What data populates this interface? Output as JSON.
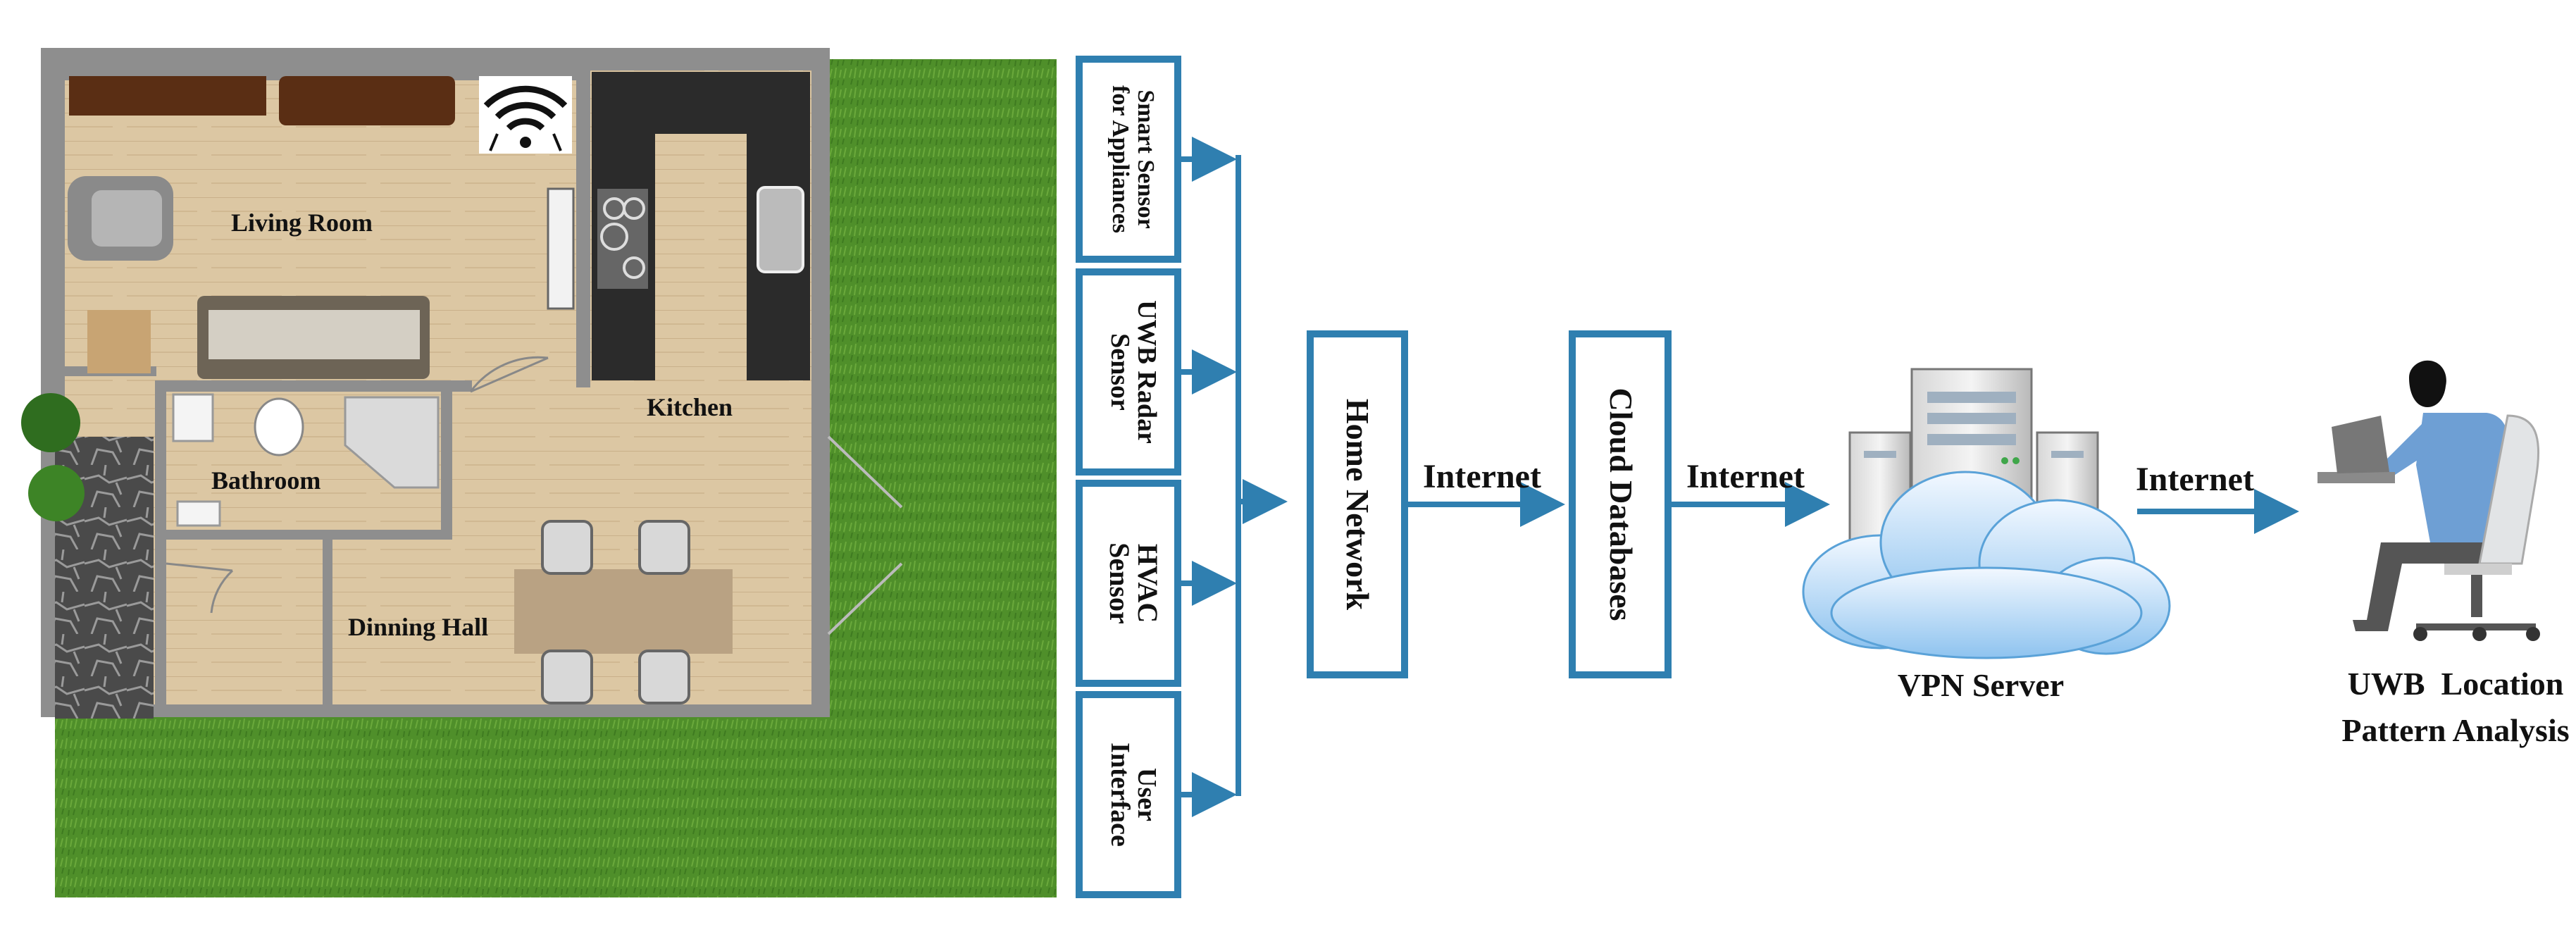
{
  "floorplan": {
    "rooms": {
      "living_room": "Living Room",
      "kitchen": "Kitchen",
      "bathroom": "Bathroom",
      "dinning_hall": "Dinning Hall"
    },
    "wifi_icon": "wifi-signal-icon"
  },
  "sensors": [
    {
      "line1": "Smart Sensor",
      "line2": "for Appliances"
    },
    {
      "line1": "UWB  Radar",
      "line2": "Sensor"
    },
    {
      "line1": "HVAC",
      "line2": "Sensor"
    },
    {
      "line1": "User",
      "line2": "Interface"
    }
  ],
  "nodes": {
    "home_network": "Home Network",
    "cloud_databases": "Cloud Databases",
    "vpn_server": "VPN Server",
    "analysis_line1": "UWB  Location",
    "analysis_line2": "Pattern Analysis"
  },
  "links": {
    "internet_1": "Internet",
    "internet_2": "Internet",
    "internet_3": "Internet"
  },
  "colors": {
    "accent": "#2f7fb0",
    "grass": "#4f8f2a",
    "floor": "#d8c3a0",
    "wall": "#8a8a8a",
    "counter": "#2b2b2b"
  }
}
